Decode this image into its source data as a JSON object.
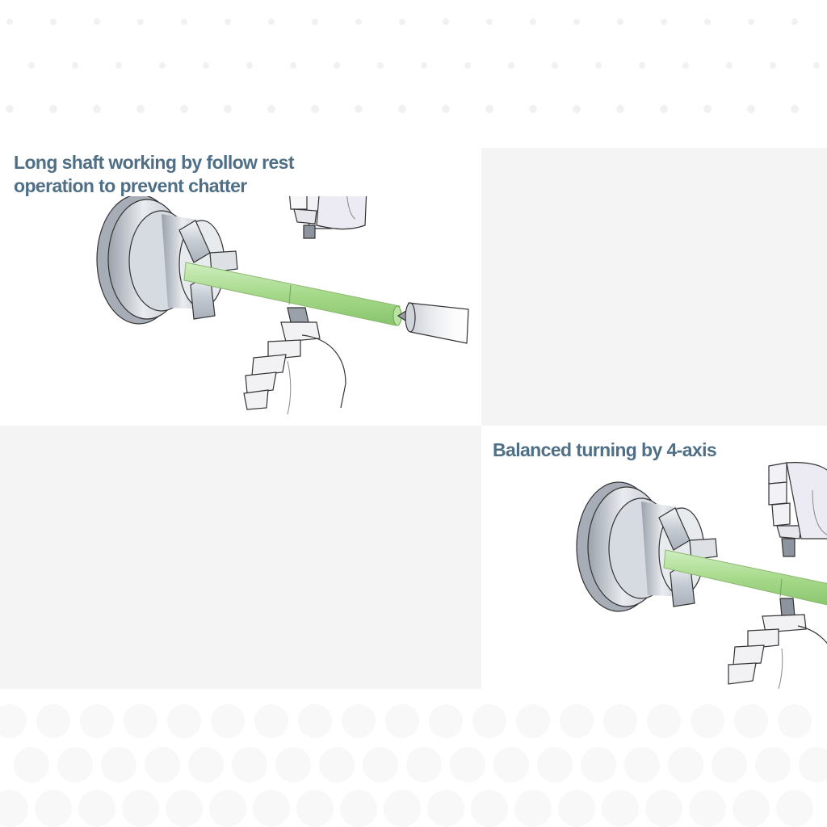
{
  "slide": {
    "panels": [
      {
        "position": "top-left",
        "background": "#ffffff",
        "caption_lines": [
          "Long shaft working by follow rest",
          "operation to prevent chatter"
        ],
        "illustration": "lathe-follow-rest"
      },
      {
        "position": "top-right",
        "background": "#f4f4f4",
        "caption_lines": [],
        "illustration": ""
      },
      {
        "position": "bottom-left",
        "background": "#f4f4f4",
        "caption_lines": [],
        "illustration": ""
      },
      {
        "position": "bottom-right",
        "background": "#ffffff",
        "caption_lines": [
          "Balanced turning by 4-axis"
        ],
        "illustration": "lathe-4-axis-balanced-turning"
      }
    ]
  },
  "colors": {
    "caption_text": "#4f6f86",
    "panel_gray": "#f4f4f4",
    "shaft_green": "#a6d98a",
    "chuck_gray": "#c9ced6",
    "outline": "#333333"
  },
  "decor": {
    "top_pattern": "small-dot-grid",
    "bottom_pattern": "halftone-circles"
  }
}
